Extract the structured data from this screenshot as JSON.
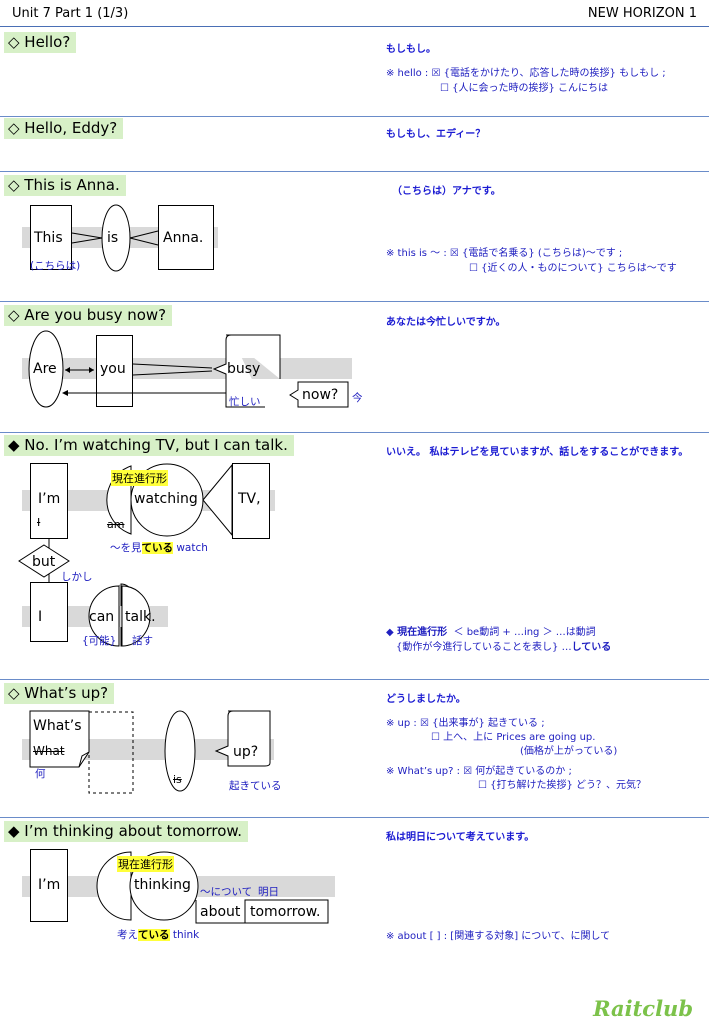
{
  "header": {
    "unit": "Unit 7 Part 1 (1/3)",
    "book": "NEW HORIZON 1"
  },
  "s1": {
    "title": "◇ Hello?",
    "jp": "もしもし。",
    "note1": "※ hello : ☒ {電話をかけたり、応答した時の挨拶} もしもし ;",
    "note2": "☐ {人に会った時の挨拶} こんにちは"
  },
  "s2": {
    "title": "◇ Hello, Eddy?",
    "jp": "もしもし、エディー？"
  },
  "s3": {
    "title": "◇ This is Anna.",
    "jp": "（こちらは）アナです。",
    "w_this": "This",
    "w_is": "is",
    "w_anna": "Anna.",
    "g_this": "(こちらは)",
    "note1": "※ this is ～ :  ☒ {電話で名乗る} (こちらは)～です ;",
    "note2": "☐ {近くの人・ものについて} こちらは～です"
  },
  "s4": {
    "title": "◇ Are you busy now?",
    "jp": "あなたは今忙しいですか。",
    "w_are": "Are",
    "w_you": "you",
    "w_busy": "busy",
    "w_now": "now?",
    "g_busy": "忙しい",
    "g_now": "今"
  },
  "s5": {
    "title": "◆ No.  I’m watching TV, but I can talk.",
    "jp": "いいえ。 私はテレビを見ていますが、話しをすることができます。",
    "w_im": "I’m",
    "w_i_strike": "I",
    "w_am": "am",
    "w_watching": "watching",
    "w_tv": "TV,",
    "label": "現在進行形",
    "g_watch_a": "～を見",
    "g_watch_b": "ている",
    "g_watch_c": " watch",
    "w_but": "but",
    "g_but": "しかし",
    "w_i": "I",
    "w_can": "can",
    "w_talk": "talk.",
    "g_can": "{可能}",
    "g_talk": "話す",
    "n1a": "◆ 現在進行形",
    "n1b": "＜ be動詞 + …ing ＞  …は動詞",
    "n2a": "{動作が今進行していることを表し} …",
    "n2b": "している"
  },
  "s6": {
    "title": "◇ What’s up?",
    "jp": "どうしましたか。",
    "w_whats": "What’s",
    "w_what": "What",
    "g_what": "何",
    "w_is": "is",
    "w_up": "up?",
    "g_up": "起きている",
    "n1": "※ up :  ☒ {出来事が} 起きている ;",
    "n2": "☐ 上へ、上に     Prices are going up.",
    "n3": "(価格が上がっている)",
    "n4": "※ What’s up? : ☒ 何が起きているのか ;",
    "n5": "☐ {打ち解けた挨拶} どう？、元気？"
  },
  "s7": {
    "title": "◆ I’m thinking about tomorrow.",
    "jp": "私は明日について考えています。",
    "w_im": "I’m",
    "label": "現在進行形",
    "w_thinking": "thinking",
    "g_about": "～について",
    "g_tomorrow": "明日",
    "w_about": "about",
    "w_tomorrow": "tomorrow.",
    "g_think_a": "考え",
    "g_think_b": "ている",
    "g_think_c": " think",
    "note": "※ about [ ] :  [関連する対象] について、に関して"
  },
  "brand": "Raitclub"
}
